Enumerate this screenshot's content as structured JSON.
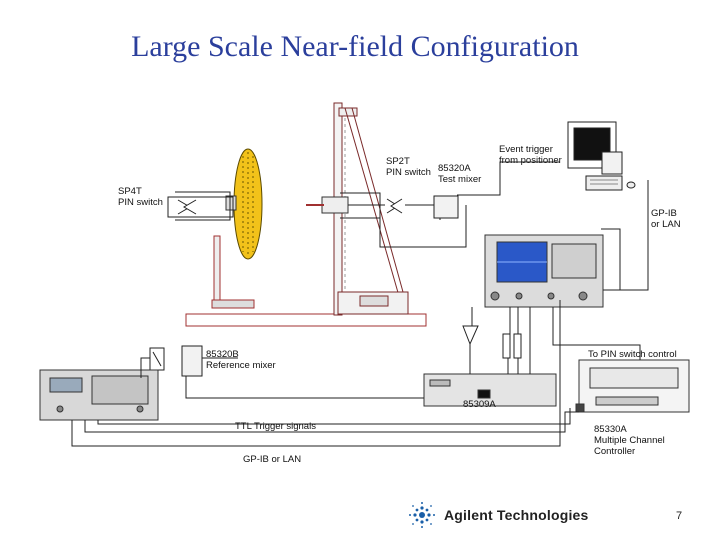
{
  "title": "Large Scale Near-field Configuration",
  "labels": {
    "sp2t": "SP2T\nPIN switch",
    "mixer_85320a": "85320A\nTest mixer",
    "event_trigger": "Event trigger\nfrom positioner",
    "sp4t": "SP4T\nPIN switch",
    "gpib_lan_right": "GP-IB\nor LAN",
    "mixer_85320b": "85320B\nReference mixer",
    "to_pin_switch_control": "To PIN switch control",
    "unit_85309a": "85309A",
    "ttl_trigger": "TTL Trigger signals",
    "gpib_lan_bottom": "GP-IB or LAN",
    "controller_85330a": "85330A\nMultiple Channel\nController"
  },
  "logo": {
    "text": "Agilent Technologies"
  },
  "page_number": "7",
  "colors": {
    "title": "#2b3f9c",
    "antenna": "#f2c21a",
    "scanner_edge": "#a03030"
  }
}
